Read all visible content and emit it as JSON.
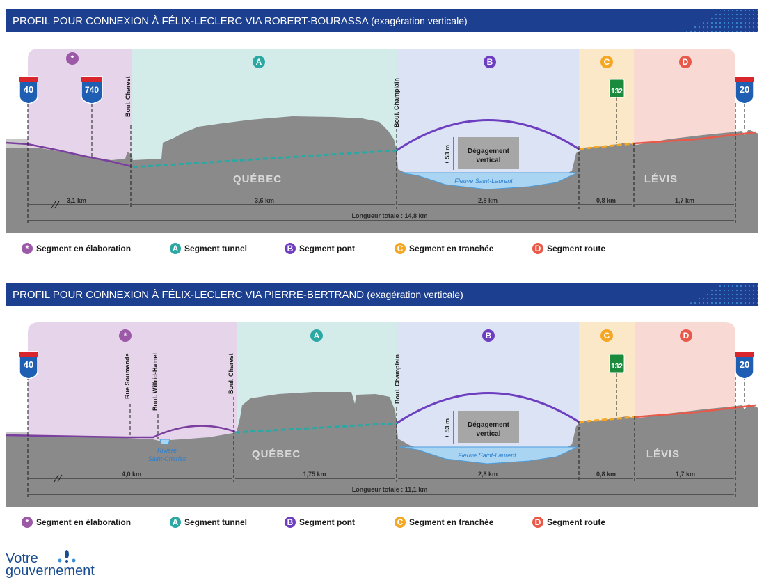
{
  "panel1": {
    "title": "PROFIL POUR CONNEXION À FÉLIX-LECLERC VIA ROBERT-BOURASSA",
    "subtitle": "(exagération verticale)",
    "zone_badges": [
      "*",
      "A",
      "B",
      "C",
      "D"
    ],
    "road_labels": [
      "Boul. Charest",
      "Boul. Champlain"
    ],
    "shields": [
      "40",
      "740",
      "132",
      "20"
    ],
    "city_left": "QUÉBEC",
    "city_right": "LÉVIS",
    "river": "Fleuve Saint-Laurent",
    "clearance_height": "± 53 m",
    "clearance_line1": "Dégagement",
    "clearance_line2": "vertical",
    "distances": [
      "3,1 km",
      "3,6 km",
      "2,8 km",
      "0,8 km",
      "1,7 km"
    ],
    "total": "Longueur totale : 14,8 km"
  },
  "panel2": {
    "title": "PROFIL POUR CONNEXION À FÉLIX-LECLERC VIA PIERRE-BERTRAND",
    "subtitle": "(exagération verticale)",
    "zone_badges": [
      "*",
      "A",
      "B",
      "C",
      "D"
    ],
    "road_labels": [
      "Rue Soumande",
      "Boul. Wilfrid-Hamel",
      "Boul. Charest",
      "Boul. Champlain"
    ],
    "shields": [
      "40",
      "132",
      "20"
    ],
    "city_left": "QUÉBEC",
    "city_right": "LÉVIS",
    "river": "Fleuve Saint-Laurent",
    "river2_line1": "Rivière",
    "river2_line2": "Saint-Charles",
    "clearance_height": "± 53 m",
    "clearance_line1": "Dégagement",
    "clearance_line2": "vertical",
    "distances": [
      "4,0 km",
      "1,75 km",
      "2,8 km",
      "0,8 km",
      "1,7 km"
    ],
    "total": "Longueur totale : 11,1 km"
  },
  "legend": [
    {
      "badge": "*",
      "label": "Segment en élaboration",
      "color": "#9b59a8"
    },
    {
      "badge": "A",
      "label": "Segment tunnel",
      "color": "#2ba8a4"
    },
    {
      "badge": "B",
      "label": "Segment pont",
      "color": "#6d3fc0"
    },
    {
      "badge": "C",
      "label": "Segment en tranchée",
      "color": "#f5a623"
    },
    {
      "badge": "D",
      "label": "Segment route",
      "color": "#e8594a"
    }
  ],
  "logo": {
    "line1": "Votre",
    "line2": "gouvernement"
  },
  "colors": {
    "header": "#1d3f8f",
    "zone_star": "#e6d5ea",
    "zone_a": "#d3ecea",
    "zone_b": "#dbe3f5",
    "zone_c": "#fbe8c8",
    "zone_d": "#f9d9d3",
    "ground": "#c8c8c8",
    "terrain": "#8a8a8a",
    "interstate": "#1e5fb3",
    "route132": "#1a8a3c"
  }
}
